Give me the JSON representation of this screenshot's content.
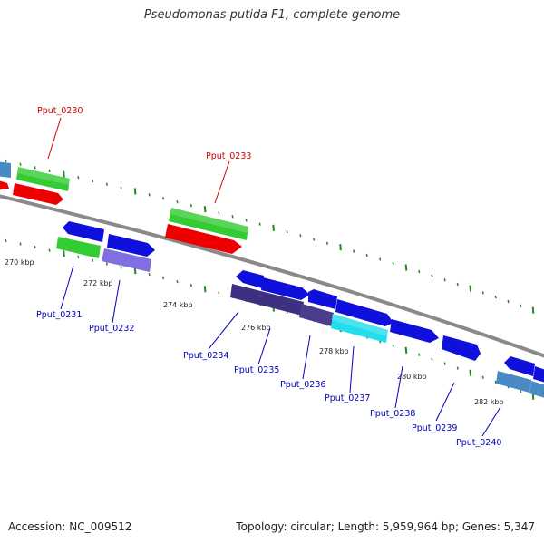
{
  "title": "Pseudomonas putida F1, complete genome",
  "accession": "Accession: NC_009512",
  "stats": "Topology: circular; Length: 5,959,964 bp; Genes: 5,347",
  "colors": {
    "backbone": "#8a8a8a",
    "tick": "#1f8a1f",
    "label_highlight": "#d40000",
    "label_normal": "#0000bb"
  },
  "kbp_labels": [
    "270 kbp",
    "272 kbp",
    "274 kbp",
    "276 kbp",
    "278 kbp",
    "280 kbp",
    "282 kbp"
  ],
  "gene_labels": {
    "Pput_0230": "Pput_0230",
    "Pput_0233": "Pput_0233",
    "Pput_0231": "Pput_0231",
    "Pput_0232": "Pput_0232",
    "Pput_0234": "Pput_0234",
    "Pput_0235": "Pput_0235",
    "Pput_0236": "Pput_0236",
    "Pput_0237": "Pput_0237",
    "Pput_0238": "Pput_0238",
    "Pput_0239": "Pput_0239",
    "Pput_0240": "Pput_0240"
  }
}
